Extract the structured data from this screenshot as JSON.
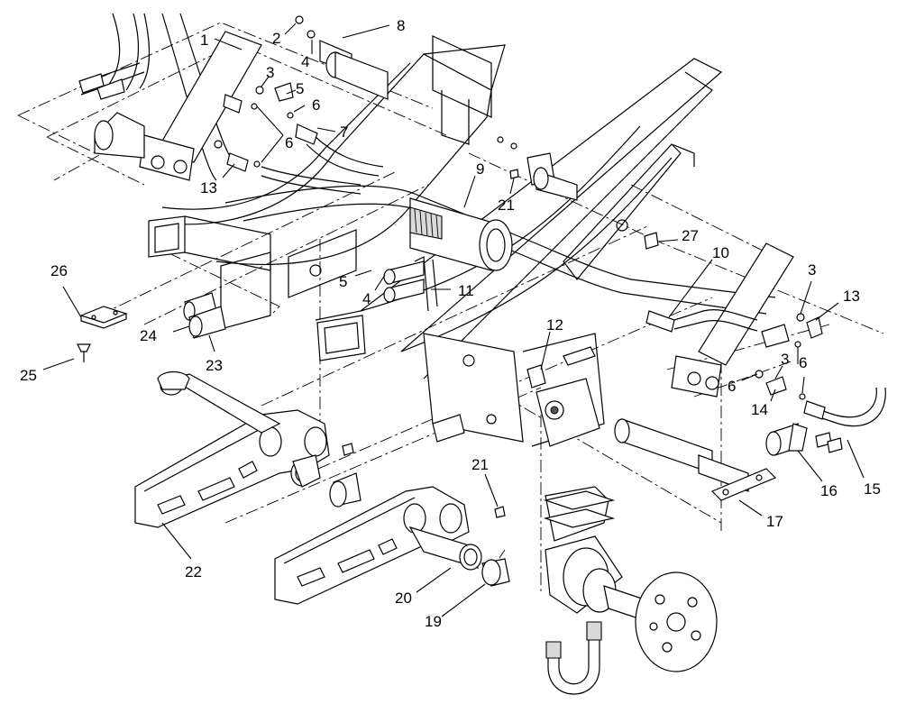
{
  "callouts": [
    {
      "id": "1",
      "label": "1"
    },
    {
      "id": "2",
      "label": "2"
    },
    {
      "id": "3a",
      "label": "3"
    },
    {
      "id": "3b",
      "label": "3"
    },
    {
      "id": "3c",
      "label": "3"
    },
    {
      "id": "4a",
      "label": "4"
    },
    {
      "id": "4b",
      "label": "4"
    },
    {
      "id": "5a",
      "label": "5"
    },
    {
      "id": "5b",
      "label": "5"
    },
    {
      "id": "6a",
      "label": "6"
    },
    {
      "id": "6b",
      "label": "6"
    },
    {
      "id": "6c",
      "label": "6"
    },
    {
      "id": "6d",
      "label": "6"
    },
    {
      "id": "7",
      "label": "7"
    },
    {
      "id": "8",
      "label": "8"
    },
    {
      "id": "9",
      "label": "9"
    },
    {
      "id": "10",
      "label": "10"
    },
    {
      "id": "11",
      "label": "11"
    },
    {
      "id": "12",
      "label": "12"
    },
    {
      "id": "13a",
      "label": "13"
    },
    {
      "id": "13b",
      "label": "13"
    },
    {
      "id": "14",
      "label": "14"
    },
    {
      "id": "15",
      "label": "15"
    },
    {
      "id": "16",
      "label": "16"
    },
    {
      "id": "17",
      "label": "17"
    },
    {
      "id": "19",
      "label": "19"
    },
    {
      "id": "20",
      "label": "20"
    },
    {
      "id": "21a",
      "label": "21"
    },
    {
      "id": "21b",
      "label": "21"
    },
    {
      "id": "22",
      "label": "22"
    },
    {
      "id": "23",
      "label": "23"
    },
    {
      "id": "24",
      "label": "24"
    },
    {
      "id": "25",
      "label": "25"
    },
    {
      "id": "26",
      "label": "26"
    },
    {
      "id": "27",
      "label": "27"
    }
  ]
}
